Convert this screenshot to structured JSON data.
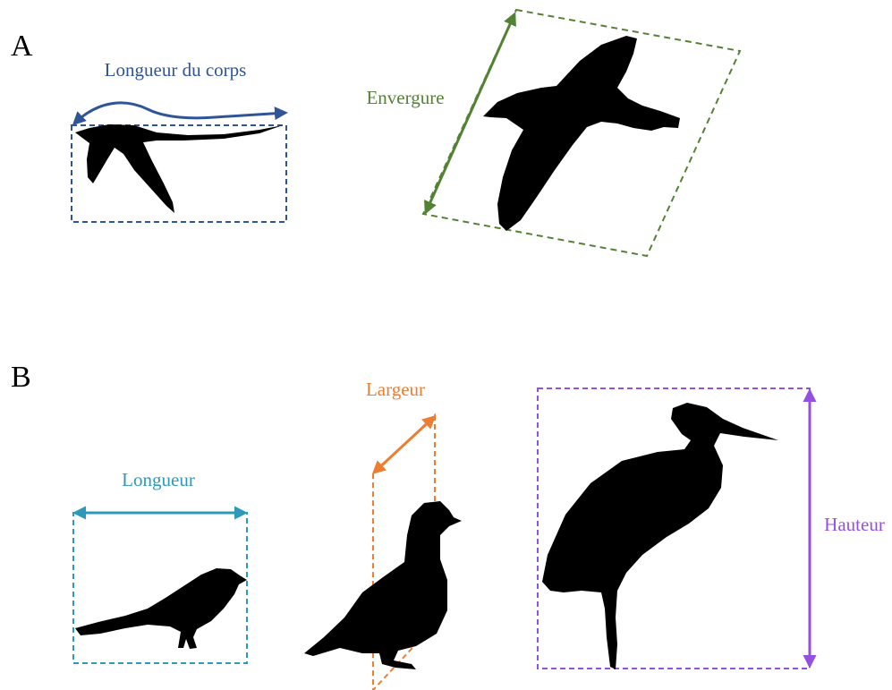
{
  "panels": [
    {
      "letter": "A"
    },
    {
      "letter": "B"
    }
  ],
  "measures": {
    "body_length": {
      "label": "Longueur du corps",
      "color": "#2f5597"
    },
    "wingspan": {
      "label": "Envergure",
      "color": "#548235"
    },
    "length": {
      "label": "Longueur",
      "color": "#2e9ab9"
    },
    "width": {
      "label": "Largeur",
      "color": "#ed7d31"
    },
    "height": {
      "label": "Hauteur",
      "color": "#9451e0"
    }
  },
  "icons": [
    "swallow-silhouette-icon",
    "albatross-silhouette-icon",
    "magpie-silhouette-icon",
    "duck-silhouette-icon",
    "heron-silhouette-icon"
  ]
}
